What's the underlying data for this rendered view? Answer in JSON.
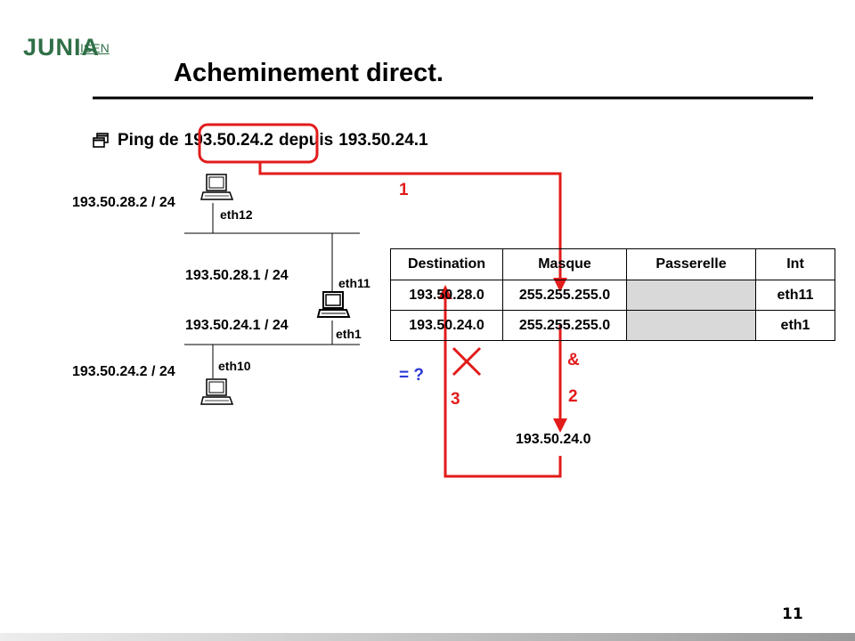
{
  "logo": {
    "brand": "JUNIA",
    "sub": "ISEN"
  },
  "title": "Acheminement direct.",
  "bullet": {
    "prefix": "Ping de",
    "target": "193.50.24.2",
    "middle": "depuis",
    "source": "193.50.24.1"
  },
  "network": {
    "host_top_ip": "193.50.28.2 / 24",
    "host_top_if": "eth12",
    "router_ip_top": "193.50.28.1 / 24",
    "router_if_top": "eth11",
    "router_ip_bottom": "193.50.24.1 / 24",
    "router_if_bottom": "eth1",
    "host_bottom_ip": "193.50.24.2 / 24",
    "host_bottom_if": "eth10"
  },
  "routing_table": {
    "headers": [
      "Destination",
      "Masque",
      "Passerelle",
      "Int"
    ],
    "rows": [
      [
        "193.50.28.0",
        "255.255.255.0",
        "",
        "eth11"
      ],
      [
        "193.50.24.0",
        "255.255.255.0",
        "",
        "eth1"
      ]
    ]
  },
  "annotations": {
    "step1": "1",
    "step2": "2",
    "step3": "3",
    "and_op": "&",
    "compare": "= ?",
    "result": "193.50.24.0"
  },
  "page_number": "11",
  "colors": {
    "accent_red": "#e21b1b",
    "compare_blue": "#2e38d6",
    "logo_green": "#2f6f47",
    "cell_gray": "#d9d9d9"
  }
}
